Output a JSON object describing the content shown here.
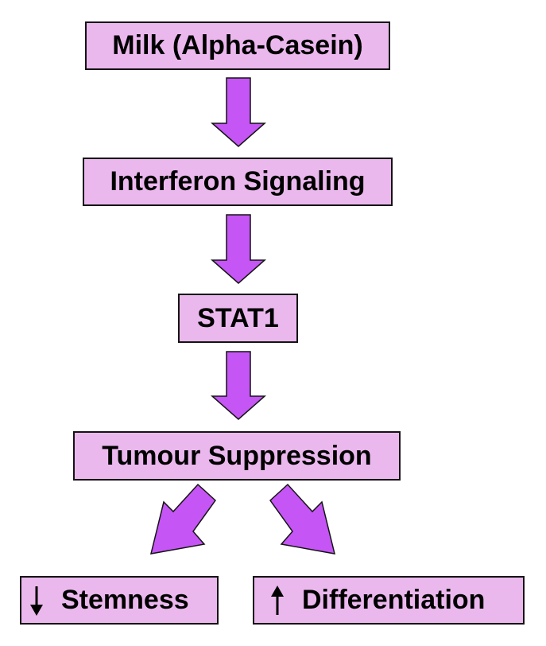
{
  "colors": {
    "box_fill": "#ebb8ee",
    "arrow_fill": "#c555f4",
    "outline": "#141414"
  },
  "nodes": {
    "milk": {
      "label": "Milk (Alpha-Casein)"
    },
    "interferon": {
      "label": "Interferon Signaling"
    },
    "stat1": {
      "label": "STAT1"
    },
    "tumour": {
      "label": "Tumour Suppression"
    },
    "stemness": {
      "label": "Stemness",
      "indicator": "down-arrow-icon"
    },
    "differentiation": {
      "label": "Differentiation",
      "indicator": "up-arrow-icon"
    }
  },
  "edges": [
    {
      "from": "milk",
      "to": "interferon"
    },
    {
      "from": "interferon",
      "to": "stat1"
    },
    {
      "from": "stat1",
      "to": "tumour"
    },
    {
      "from": "tumour",
      "to": "stemness"
    },
    {
      "from": "tumour",
      "to": "differentiation"
    }
  ]
}
